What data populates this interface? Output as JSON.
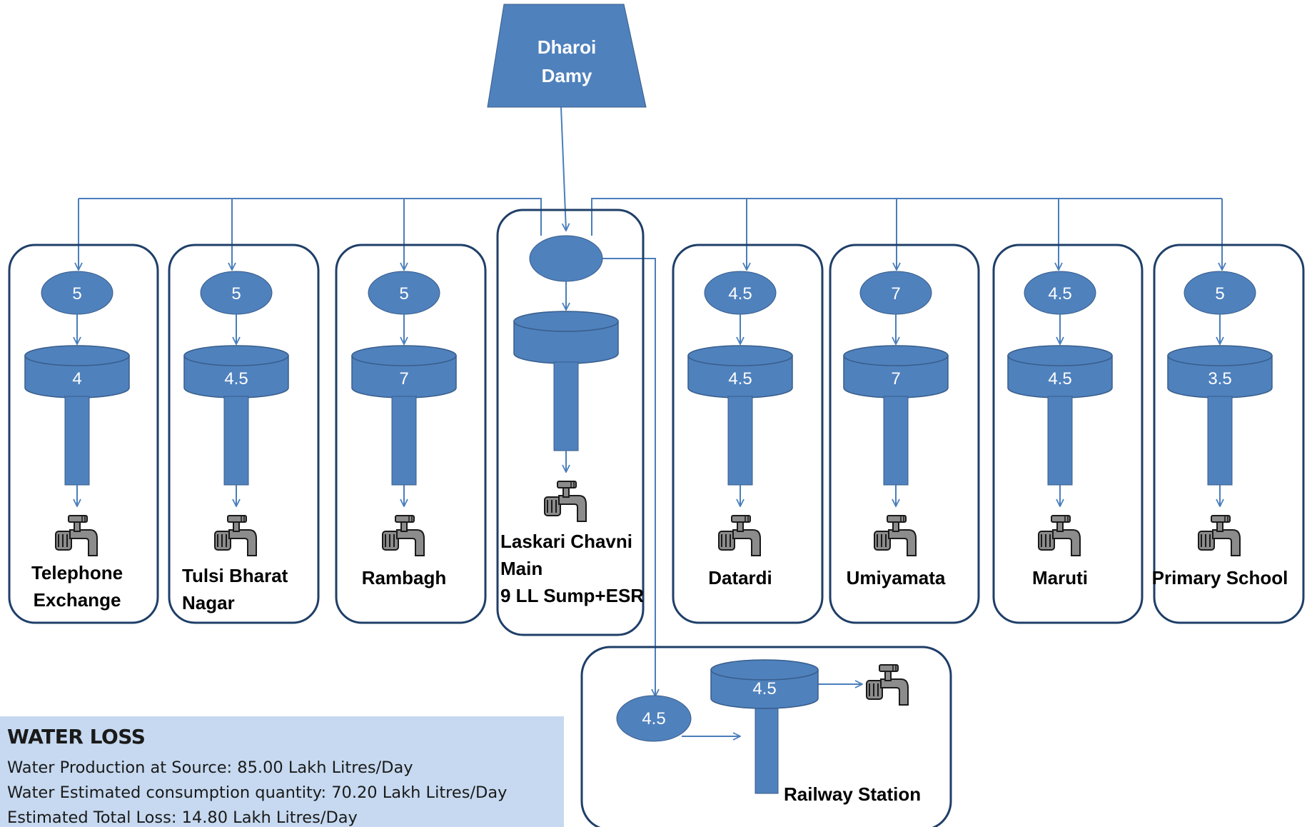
{
  "source": {
    "label_line1": "Dharoi",
    "label_line2": "Damy"
  },
  "nodes": [
    {
      "label_lines": [
        "Telephone",
        "Exchange"
      ],
      "sump": "5",
      "esr": "4"
    },
    {
      "label_lines": [
        "Tulsi Bharat",
        "Nagar"
      ],
      "sump": "5",
      "esr": "4.5"
    },
    {
      "label_lines": [
        "Rambagh"
      ],
      "sump": "5",
      "esr": "7"
    },
    {
      "label_lines": [
        "Laskari Chavni",
        "Main",
        "9 LL Sump+ESR"
      ],
      "sump": "",
      "esr": ""
    },
    {
      "label_lines": [
        "Datardi"
      ],
      "sump": "4.5",
      "esr": "4.5"
    },
    {
      "label_lines": [
        "Umiyamata"
      ],
      "sump": "7",
      "esr": "7"
    },
    {
      "label_lines": [
        "Maruti"
      ],
      "sump": "4.5",
      "esr": "4.5"
    },
    {
      "label_lines": [
        "Primary School"
      ],
      "sump": "5",
      "esr": "3.5"
    }
  ],
  "railway": {
    "label": "Railway Station",
    "sump": "4.5",
    "esr": "4.5"
  },
  "water_loss": {
    "title": "WATER LOSS",
    "production": "Water Production at Source: 85.00 Lakh Litres/Day",
    "consumption": "Water Estimated consumption quantity: 70.20 Lakh Litres/Day",
    "loss": "Estimated Total Loss: 14.80 Lakh Litres/Day"
  },
  "colors": {
    "fill": "#4f81bd",
    "stroke": "#385d8a",
    "line": "#4a7ebb",
    "box": "#1f3f68",
    "panel": "#c6d9f0"
  },
  "icons": {
    "tap": "water-tap-icon"
  }
}
